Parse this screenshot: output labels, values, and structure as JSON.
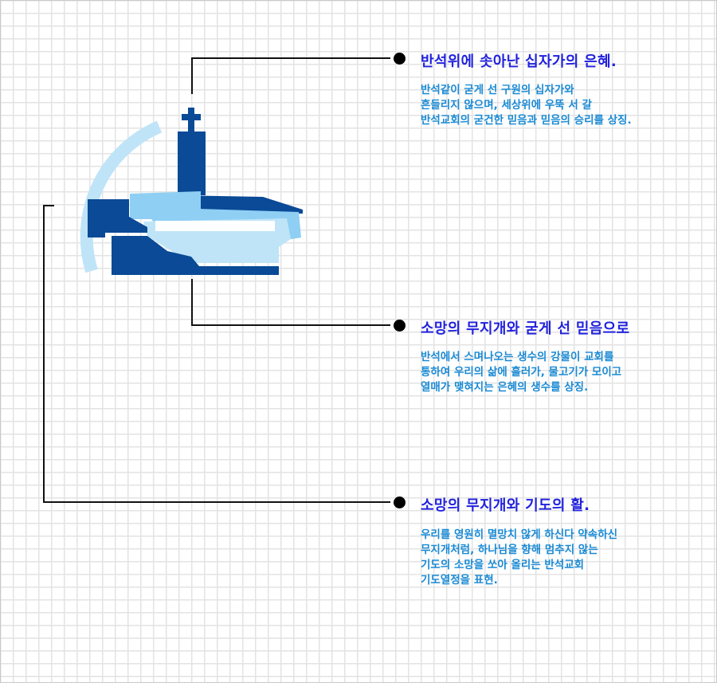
{
  "items": [
    {
      "title": "반석위에 솟아난 십자가의 은혜.",
      "lines": [
        "반석같이 굳게 선 구원의 십자가와",
        "흔들리지 않으며, 세상위에 우뚝 서 갈",
        "반석교회의 굳건한 믿음과 믿음의 승리를 상징."
      ]
    },
    {
      "title": "소망의 무지개와 굳게 선 믿음으로",
      "lines": [
        "반석에서 스며나오는 생수의 강물이 교회를",
        "통하여 우리의 삶에 흘러가, 물고기가 모이고",
        "열매가 맺혀지는 은혜의 생수를 상징."
      ]
    },
    {
      "title": "소망의 무지개와 기도의 활.",
      "lines": [
        "우리를 영원히 멸망치 않게 하신다 약속하신",
        "무지개처럼, 하나님을 향해 멈추지 않는",
        "기도의 소망을 쏘아 올리는 반석교회",
        "기도열정을 표현."
      ]
    }
  ],
  "colors": {
    "dark_blue": "#0a4a96",
    "light_blue": "#8fcff3",
    "pale_blue": "#bfe4f8",
    "title": "#2222dd",
    "desc": "#1a8ad4"
  },
  "icons": [
    "church-logo",
    "cross-icon",
    "rainbow-arc",
    "bullet-dot"
  ]
}
